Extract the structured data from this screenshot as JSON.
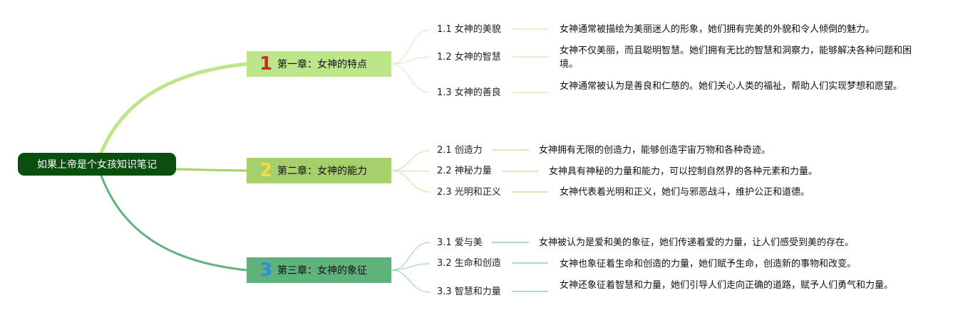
{
  "root": {
    "label": "如果上帝是个女孩知识笔记"
  },
  "chapters": [
    {
      "num": "1",
      "title": "第一章：女神的特点",
      "colors": {
        "box": "#bde68b",
        "branch": "#bde68b",
        "num": "#d42a2a",
        "sub": "#d6ebc0"
      },
      "items": [
        {
          "label": "1.1 女神的美貌",
          "desc": "女神通常被描绘为美丽迷人的形象，她们拥有完美的外貌和令人倾倒的魅力。"
        },
        {
          "label": "1.2 女神的智慧",
          "desc": "女神不仅美丽，而且聪明智慧。她们拥有无比的智慧和洞察力，能够解决各种问题和困境。"
        },
        {
          "label": "1.3 女神的善良",
          "desc": "女神通常被认为是善良和仁慈的。她们关心人类的福祉，帮助人们实现梦想和愿望。"
        }
      ]
    },
    {
      "num": "2",
      "title": "第二章：女神的能力",
      "colors": {
        "box": "#a5d06c",
        "branch": "#a5d06c",
        "num": "#f3dc43",
        "sub": "#c9e2a3"
      },
      "items": [
        {
          "label": "2.1 创造力",
          "desc": "女神拥有无限的创造力，能够创造宇宙万物和各种奇迹。"
        },
        {
          "label": "2.2 神秘力量",
          "desc": "女神具有神秘的力量和能力，可以控制自然界的各种元素和力量。"
        },
        {
          "label": "2.3 光明和正义",
          "desc": "女神代表着光明和正义，她们与邪恶战斗，维护公正和道德。"
        }
      ]
    },
    {
      "num": "3",
      "title": "第三章：女神的象征",
      "colors": {
        "box": "#5fb27c",
        "branch": "#5fb27c",
        "num": "#2f8fd6",
        "sub": "#9bcdb0"
      },
      "items": [
        {
          "label": "3.1 爱与美",
          "desc": "女神被认为是爱和美的象征，她们传递着爱的力量，让人们感受到美的存在。"
        },
        {
          "label": "3.2 生命和创造",
          "desc": "女神也象征着生命和创造的力量，她们赋予生命，创造新的事物和改变。"
        },
        {
          "label": "3.3 智慧和力量",
          "desc": "女神还象征着智慧和力量，她们引导人们走向正确的道路，赋予人们勇气和力量。"
        }
      ]
    }
  ]
}
